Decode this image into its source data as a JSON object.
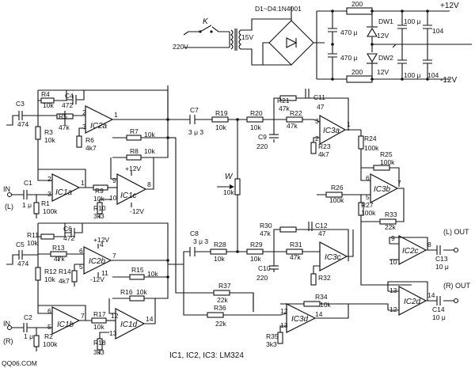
{
  "power": {
    "switch_ref": "K",
    "mains": "220V",
    "transformer_sec": "15V",
    "bridge_label": "D1~D4:1N4001",
    "r_top": "200",
    "r_bot": "200",
    "cap1": "470 μ",
    "cap2": "470 μ",
    "dw1": "DW1",
    "dw2": "DW2",
    "dw1_v": "12V",
    "dw2_v": "12V",
    "c_100u_1": "100 μ",
    "c_100u_2": "100 μ",
    "c_104_1": "104",
    "c_104_2": "104",
    "vpos": "+12V",
    "vneg": "-12V"
  },
  "left_input": {
    "c3": "C3",
    "c3_val": "474",
    "r4": "R4",
    "r4_val": "10k",
    "c4": "C4",
    "c4_val": "472",
    "r3": "R3",
    "r3_val": "10k",
    "r5": "R5",
    "r5_val": "47k",
    "r6": "R6",
    "r6_val": "4k7",
    "ic2a": "IC2a",
    "r7": "R7",
    "r7_val": "10k",
    "r8": "R8",
    "r8_val": "10k",
    "c1": "C1",
    "c1_val": "1 μ",
    "r1": "R1",
    "r1_val": "100k",
    "ic1a": "IC1a",
    "r9": "R9",
    "r9_val": "10k",
    "r10": "R10",
    "r10_val": "3k3",
    "ic1c": "IC1c",
    "vpos": "+12V",
    "vneg": "-12V",
    "in_label": "IN",
    "in_ch": "(L)"
  },
  "right_input": {
    "r11": "R11",
    "r11_val": "10k",
    "c6": "C6",
    "c6_val": "472",
    "c5": "C5",
    "c5_val": "474",
    "r13": "R13",
    "r13_val": "47k",
    "r12": "R12",
    "r12_val": "10k",
    "r14": "R14",
    "r14_val": "4k7",
    "ic2b": "IC2b",
    "r15": "R15",
    "r15_val": "10k",
    "r16": "R16",
    "r16_val": "10k",
    "c2": "C2",
    "c2_val": "1 μ",
    "r2": "R2",
    "r2_val": "100k",
    "ic1b": "IC1b",
    "r17": "R17",
    "r17_val": "10k",
    "r18": "R18",
    "r18_val": "3k3",
    "ic1d": "IC1d",
    "vpos": "+12V",
    "vneg": "-12V",
    "in_label": "IN",
    "in_ch": "(R)"
  },
  "middle": {
    "c7": "C7",
    "c7_val": "3 μ 3",
    "r19": "R19",
    "r19_val": "10k",
    "r20": "R20",
    "r20_val": "10k",
    "w": "W",
    "w_val": "10k",
    "c8": "C8",
    "c8_val": "3 μ 3",
    "r28": "R28",
    "r28_val": "10k",
    "r29": "R29",
    "r29_val": "10k",
    "r37": "R37",
    "r37_val": "22k",
    "r36": "R36",
    "r36_val": "22k"
  },
  "filter_top": {
    "r21": "R21",
    "r21_val": "47k",
    "c11": "C11",
    "c11_val": "47",
    "r22": "R22",
    "r22_val": "47k",
    "c9": "C9",
    "c9_val": "220",
    "ic3a": "IC3a",
    "r23": "R23",
    "r23_val": "4k7",
    "r24": "R24",
    "r24_val": "100k",
    "r25": "R25",
    "r25_val": "100k",
    "r26": "R26",
    "r26_val": "100k",
    "ic3b": "IC3b",
    "r27": "R27",
    "r27_val": "100k"
  },
  "filter_bot": {
    "r30": "R30",
    "r30_val": "47k",
    "c12": "C12",
    "c12_val": "47",
    "r31": "R31",
    "r31_val": "47k",
    "c10": "C10",
    "c10_val": "220",
    "ic3c": "IC3c",
    "r32": "R32",
    "r33": "R33",
    "r33_val": "22k",
    "ic2c": "IC2c",
    "c13": "C13",
    "c13_val": "10 μ",
    "out_l": "(L)  OUT",
    "r34": "R34",
    "r34_val": "10k",
    "ic2d": "IC2d",
    "c14": "C14",
    "c14_val": "10 μ",
    "out_r": "(R)  OUT",
    "r35": "R35",
    "r35_val": "3k3",
    "ic3d": "IC3d"
  },
  "pins": {
    "p1": "1",
    "p2": "2",
    "p3": "3",
    "p4": "4",
    "p5": "5",
    "p6": "6",
    "p7": "7",
    "p8": "8",
    "p9": "9",
    "p10": "10",
    "p11": "11",
    "p12": "12",
    "p13": "13",
    "p14": "14"
  },
  "footer": {
    "ic_note": "IC1, IC2, IC3: LM324",
    "watermark": "QQ06.COM"
  }
}
